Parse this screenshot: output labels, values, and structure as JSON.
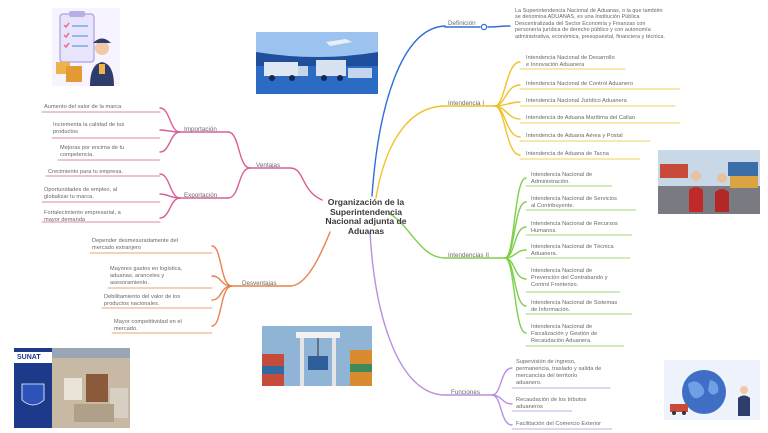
{
  "center": {
    "title": "Organización de la\nSuperintendencia\nNacional adjunta de\nAduanas"
  },
  "branches": {
    "definicion": {
      "label": "Definición",
      "text": "La Superintendencia Nacional de Aduanas, o la que también\nse denomina ADUANAS, es una Institución Pública\nDescentralizada del Sector Economía y Finanzas con\npersonería jurídica de derecho público y con autonomía\nadministrativa, económica, presupuestal, financiera y técnica."
    },
    "intendencia1": {
      "label": "Intendencia I",
      "items": [
        "Intendencia Nacional de Desarrollo\ne Innovación Aduanera",
        "Intendencia Nacional de Control Aduanero",
        "Intendencia Nacional Jurídico Aduanera",
        "Intendencia de Aduana Marítima del Callao",
        "Intendencia de Aduana Aérea y Postal",
        "Intendencia de Aduana de Tacna"
      ]
    },
    "intendencia2": {
      "label": "Intendencias II",
      "items": [
        "Intendencia Nacional de\nAdministración.",
        "Intendencia Nacional de Servicios\nal Contribuyente.",
        "Intendencia Nacional de Recursos\nHumanos.",
        "Intendencia Nacional de Técnica\nAduanera.",
        "Intendencia Nacional de\nPrevención del Contrabando y\nControl Fronterizo.",
        "Intendencia Nacional de Sistemas\nde Información.",
        "Intendencia Nacional de\nFiscalización y Gestión de\nRecaudación Aduanera."
      ]
    },
    "funciones": {
      "label": "Funciones",
      "items": [
        "Supervisión de ingreso,\npermanencia, traslado y salida de\nmercancías del territorio\naduanero.",
        "Recaudación de los tributos\naduaneros",
        "Facilitación del Comercio Exterior"
      ]
    },
    "ventajas": {
      "label": "Ventajas",
      "importacion": {
        "label": "Importación",
        "items": [
          "Aumento del valor de la marca",
          "Incrementa la calidad de tus\nproductos",
          "Mejoras por encima de tu\ncompetencia."
        ]
      },
      "exportacion": {
        "label": "Exportación",
        "items": [
          "Crecimiento para tu empresa.",
          "Oportunidades de empleo, al\nglobalizar tu marca.",
          "Fortalecimiento empresarial, a\nmayor demanda"
        ]
      }
    },
    "desventajas": {
      "label": "Desventajas",
      "items": [
        "Depender desmesuradamente del\nmercado extranjero",
        "Mayores gastos en logística,\naduanas, aranceles y\nasesoramiento.",
        "Debilitamiento del valor de los\nproductos nacionales.",
        "Mayor competitividad en el\nmercado."
      ]
    }
  },
  "images": {
    "sunat_sign": "SUNAT"
  },
  "colors": {
    "definicion": "#2f6fd6",
    "intendencia1": "#f0c22a",
    "intendencia2": "#7fcf4a",
    "funciones": "#b98fe0",
    "ventajas": "#d85f9a",
    "desventajas": "#e9824a"
  }
}
